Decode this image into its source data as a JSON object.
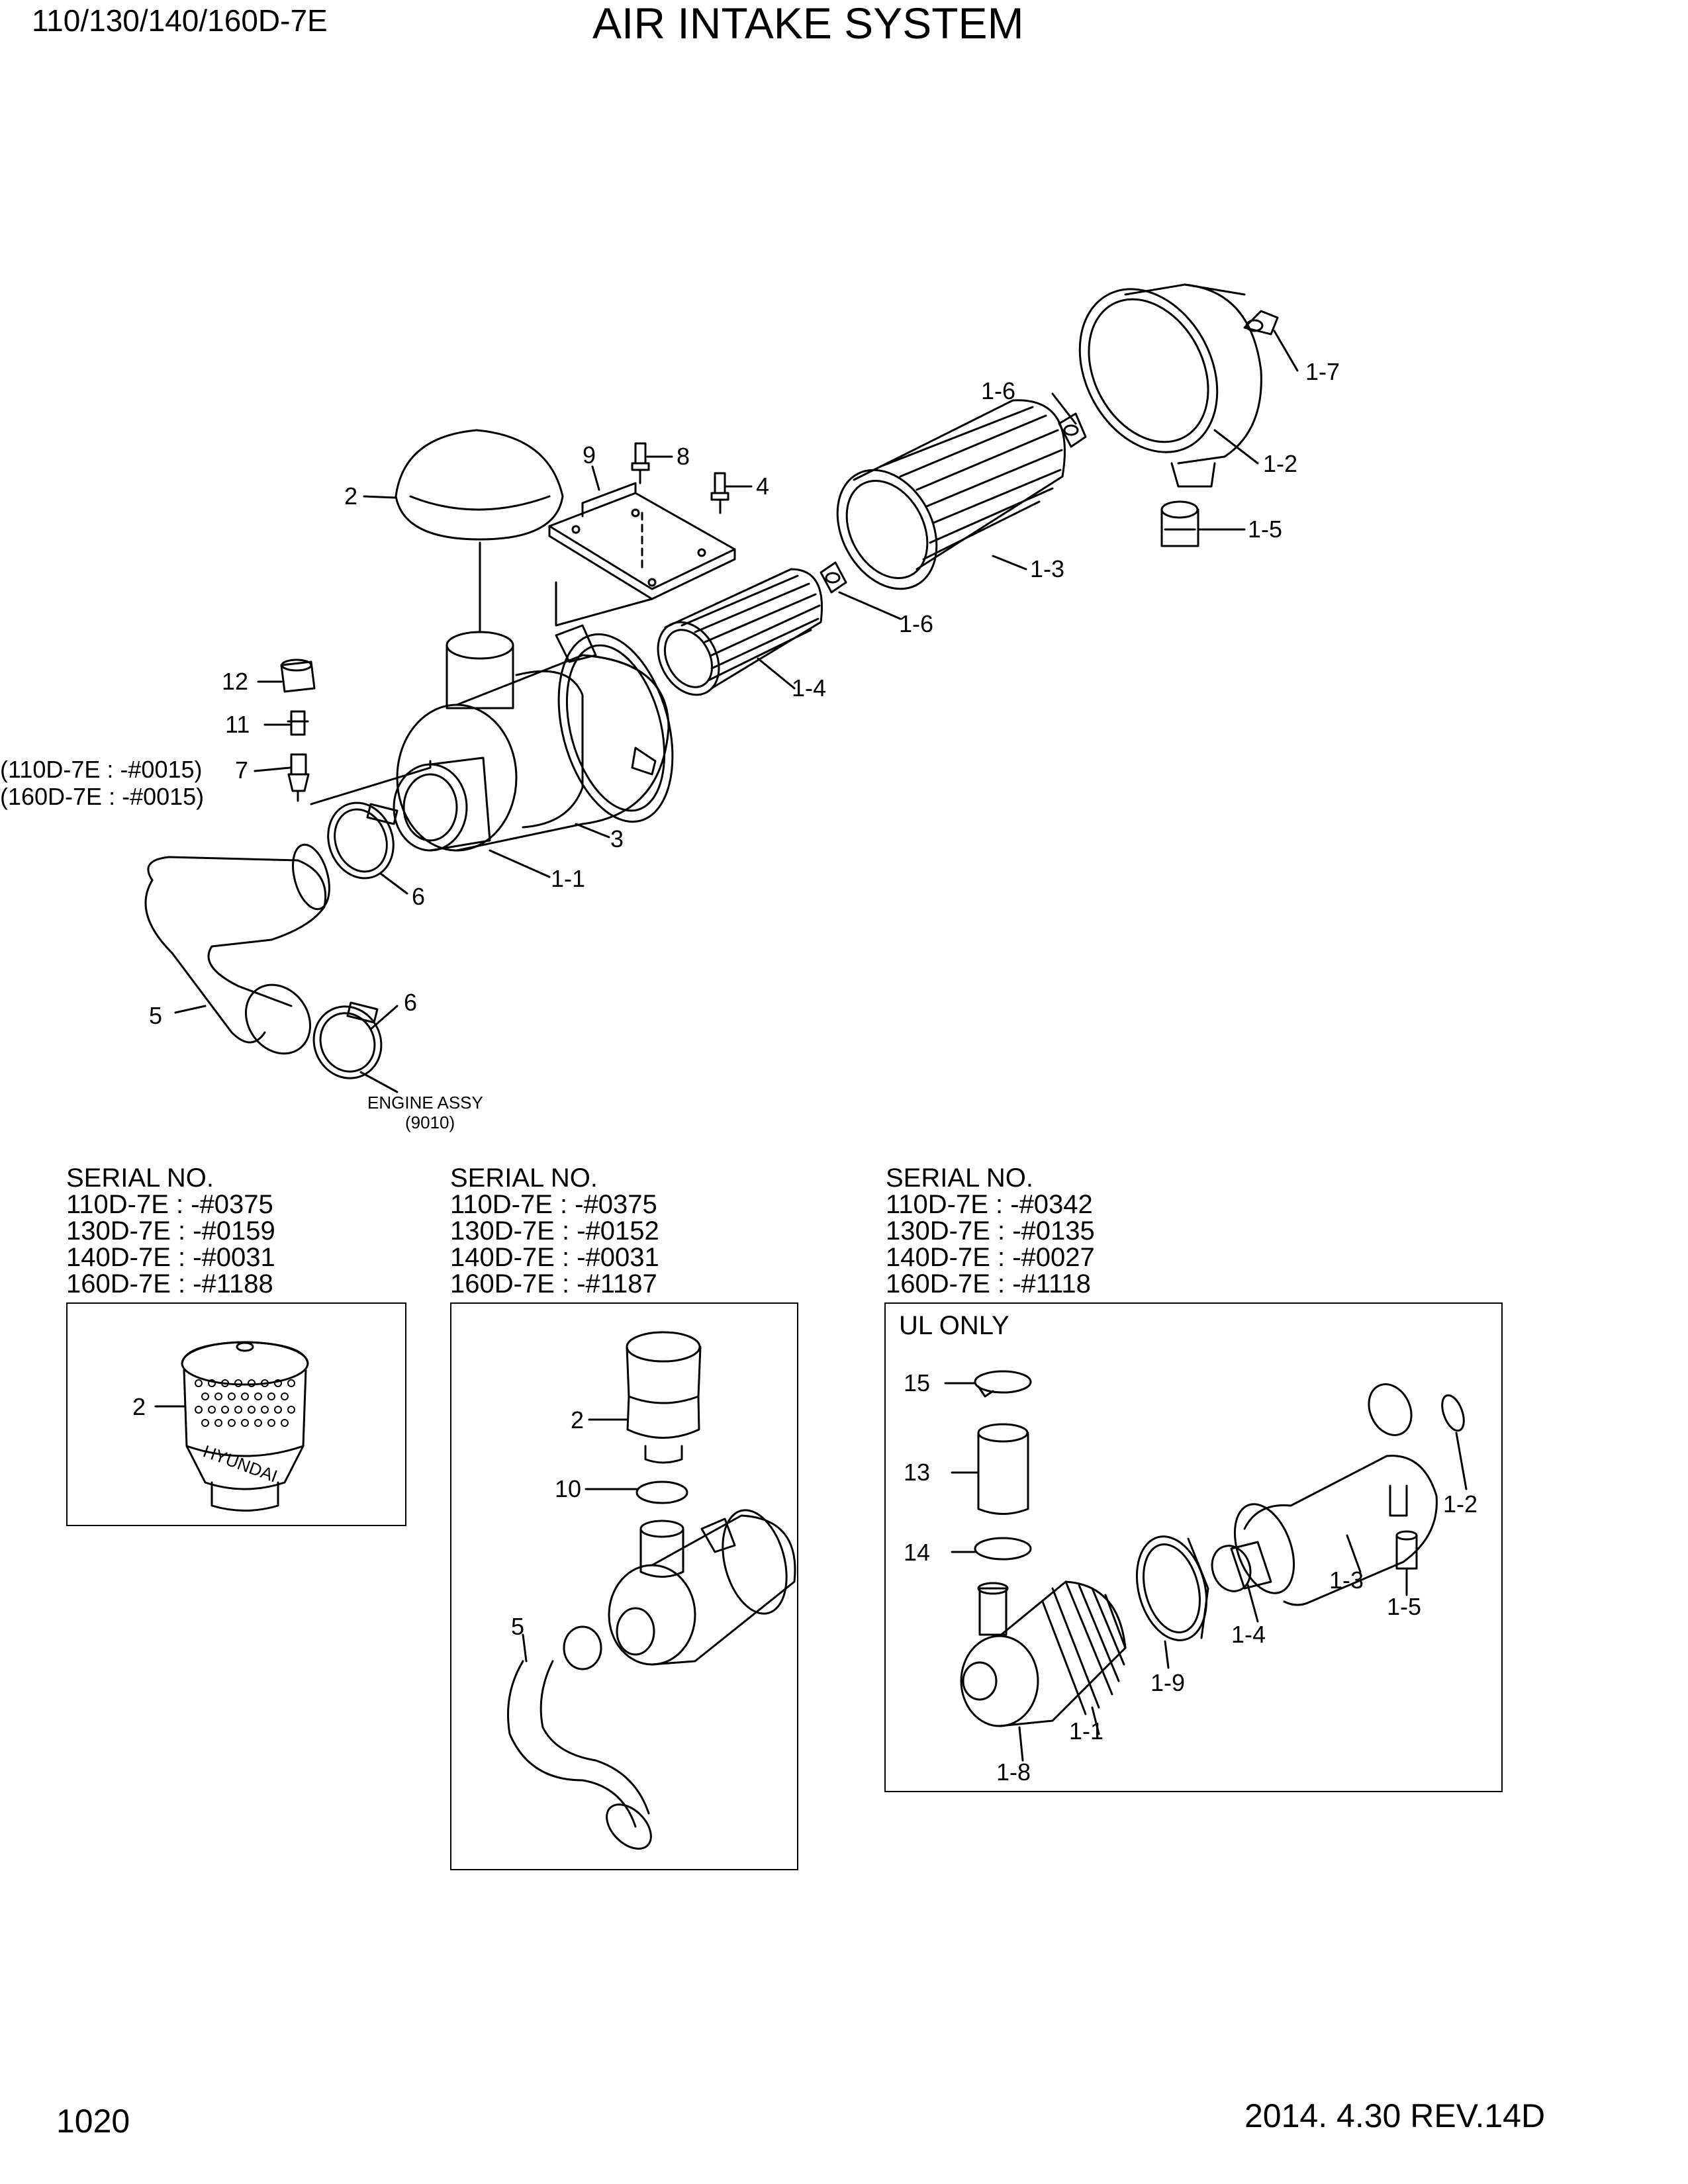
{
  "header": {
    "models": "110/130/140/160D-7E",
    "title": "AIR INTAKE SYSTEM"
  },
  "footer": {
    "page_number": "1020",
    "date_rev": "2014. 4.30  REV.14D"
  },
  "main_diagram": {
    "callouts": {
      "p1_7": "1-7",
      "p1_6a": "1-6",
      "p1_2": "1-2",
      "p1_5": "1-5",
      "p1_3": "1-3",
      "p1_6b": "1-6",
      "p1_4": "1-4",
      "p2": "2",
      "p9": "9",
      "p8": "8",
      "p4": "4",
      "p12": "12",
      "p11": "11",
      "p7": "7",
      "p3": "3",
      "p1_1": "1-1",
      "p6a": "6",
      "p5": "5",
      "p6b": "6"
    },
    "serial_note_1": "(110D-7E : -#0015)",
    "serial_note_2": "(160D-7E : -#0015)",
    "engine_assy": "ENGINE ASSY",
    "engine_assy_ref": "(9010)",
    "brand_on_part": "HYUNDAI"
  },
  "insets": [
    {
      "serial_heading": "SERIAL NO.",
      "serials": [
        "110D-7E : -#0375",
        "130D-7E : -#0159",
        "140D-7E : -#0031",
        "160D-7E : -#1188"
      ],
      "callouts": {
        "p2": "2"
      }
    },
    {
      "serial_heading": "SERIAL NO.",
      "serials": [
        "110D-7E : -#0375",
        "130D-7E : -#0152",
        "140D-7E : -#0031",
        "160D-7E : -#1187"
      ],
      "callouts": {
        "p2": "2",
        "p10": "10",
        "p5": "5"
      }
    },
    {
      "serial_heading": "SERIAL NO.",
      "serials": [
        "110D-7E : -#0342",
        "130D-7E : -#0135",
        "140D-7E : -#0027",
        "160D-7E : -#1118"
      ],
      "ul_only": "UL ONLY",
      "callouts": {
        "p15": "15",
        "p13": "13",
        "p14": "14",
        "p1_2": "1-2",
        "p1_3": "1-3",
        "p1_5": "1-5",
        "p1_4": "1-4",
        "p1_9": "1-9",
        "p1_1": "1-1",
        "p1_8": "1-8"
      }
    }
  ]
}
